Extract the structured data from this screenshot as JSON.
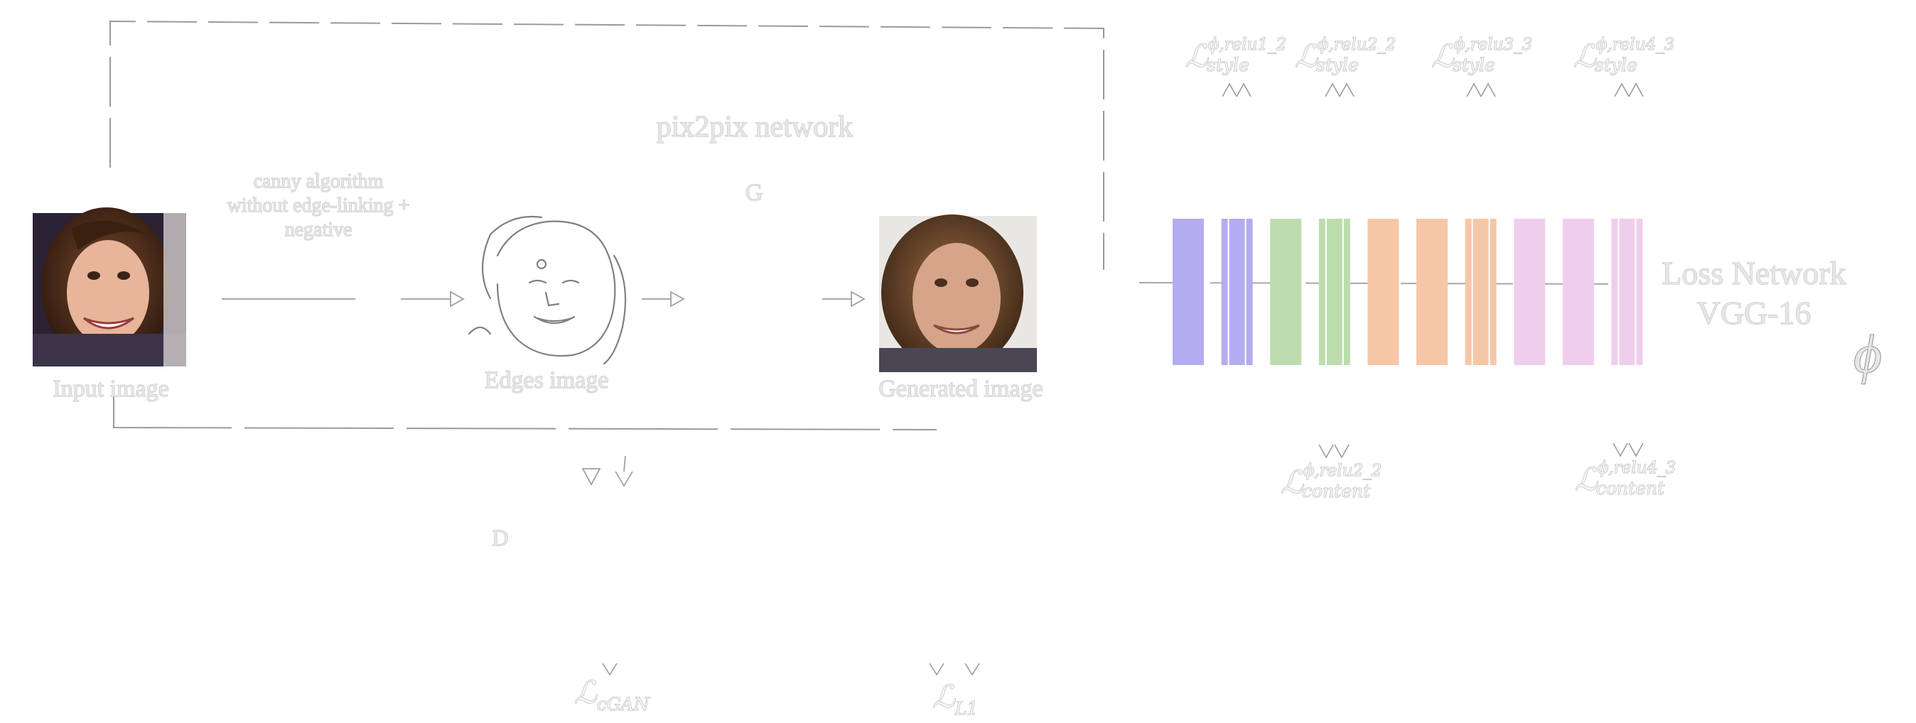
{
  "labels": {
    "network_title": "pix2pix network",
    "generator": "G",
    "discriminator": "D",
    "edge_step": [
      "canny algorithm",
      "without edge-linking +",
      "negative"
    ],
    "input_caption": "Input image",
    "edges_caption": "Edges image",
    "generated_caption": "Generated image",
    "loss_network_line1": "Loss Network",
    "loss_network_line2": "VGG-16",
    "phi_symbol": "ϕ"
  },
  "style_losses": [
    {
      "base": "ℒ",
      "sup": "ϕ,relu1_2",
      "sub": "style"
    },
    {
      "base": "ℒ",
      "sup": "ϕ,relu2_2",
      "sub": "style"
    },
    {
      "base": "ℒ",
      "sup": "ϕ,relu3_3",
      "sub": "style"
    },
    {
      "base": "ℒ",
      "sup": "ϕ,relu4_3",
      "sub": "style"
    }
  ],
  "content_losses": [
    {
      "base": "ℒ",
      "sup": "ϕ,relu2_2",
      "sub": "content"
    },
    {
      "base": "ℒ",
      "sup": "ϕ,relu4_3",
      "sub": "content"
    }
  ],
  "gan_losses": [
    {
      "base": "ℒ",
      "sub": "cGAN"
    },
    {
      "base": "ℒ",
      "sub": "L1"
    }
  ],
  "vgg_block_colors": [
    "#b3acee",
    "#b3acee",
    "#bddcae",
    "#bddcae",
    "#f5c7a7",
    "#f5c7a7",
    "#f5c7a7",
    "#efcdec",
    "#efcdec",
    "#efcdec"
  ]
}
